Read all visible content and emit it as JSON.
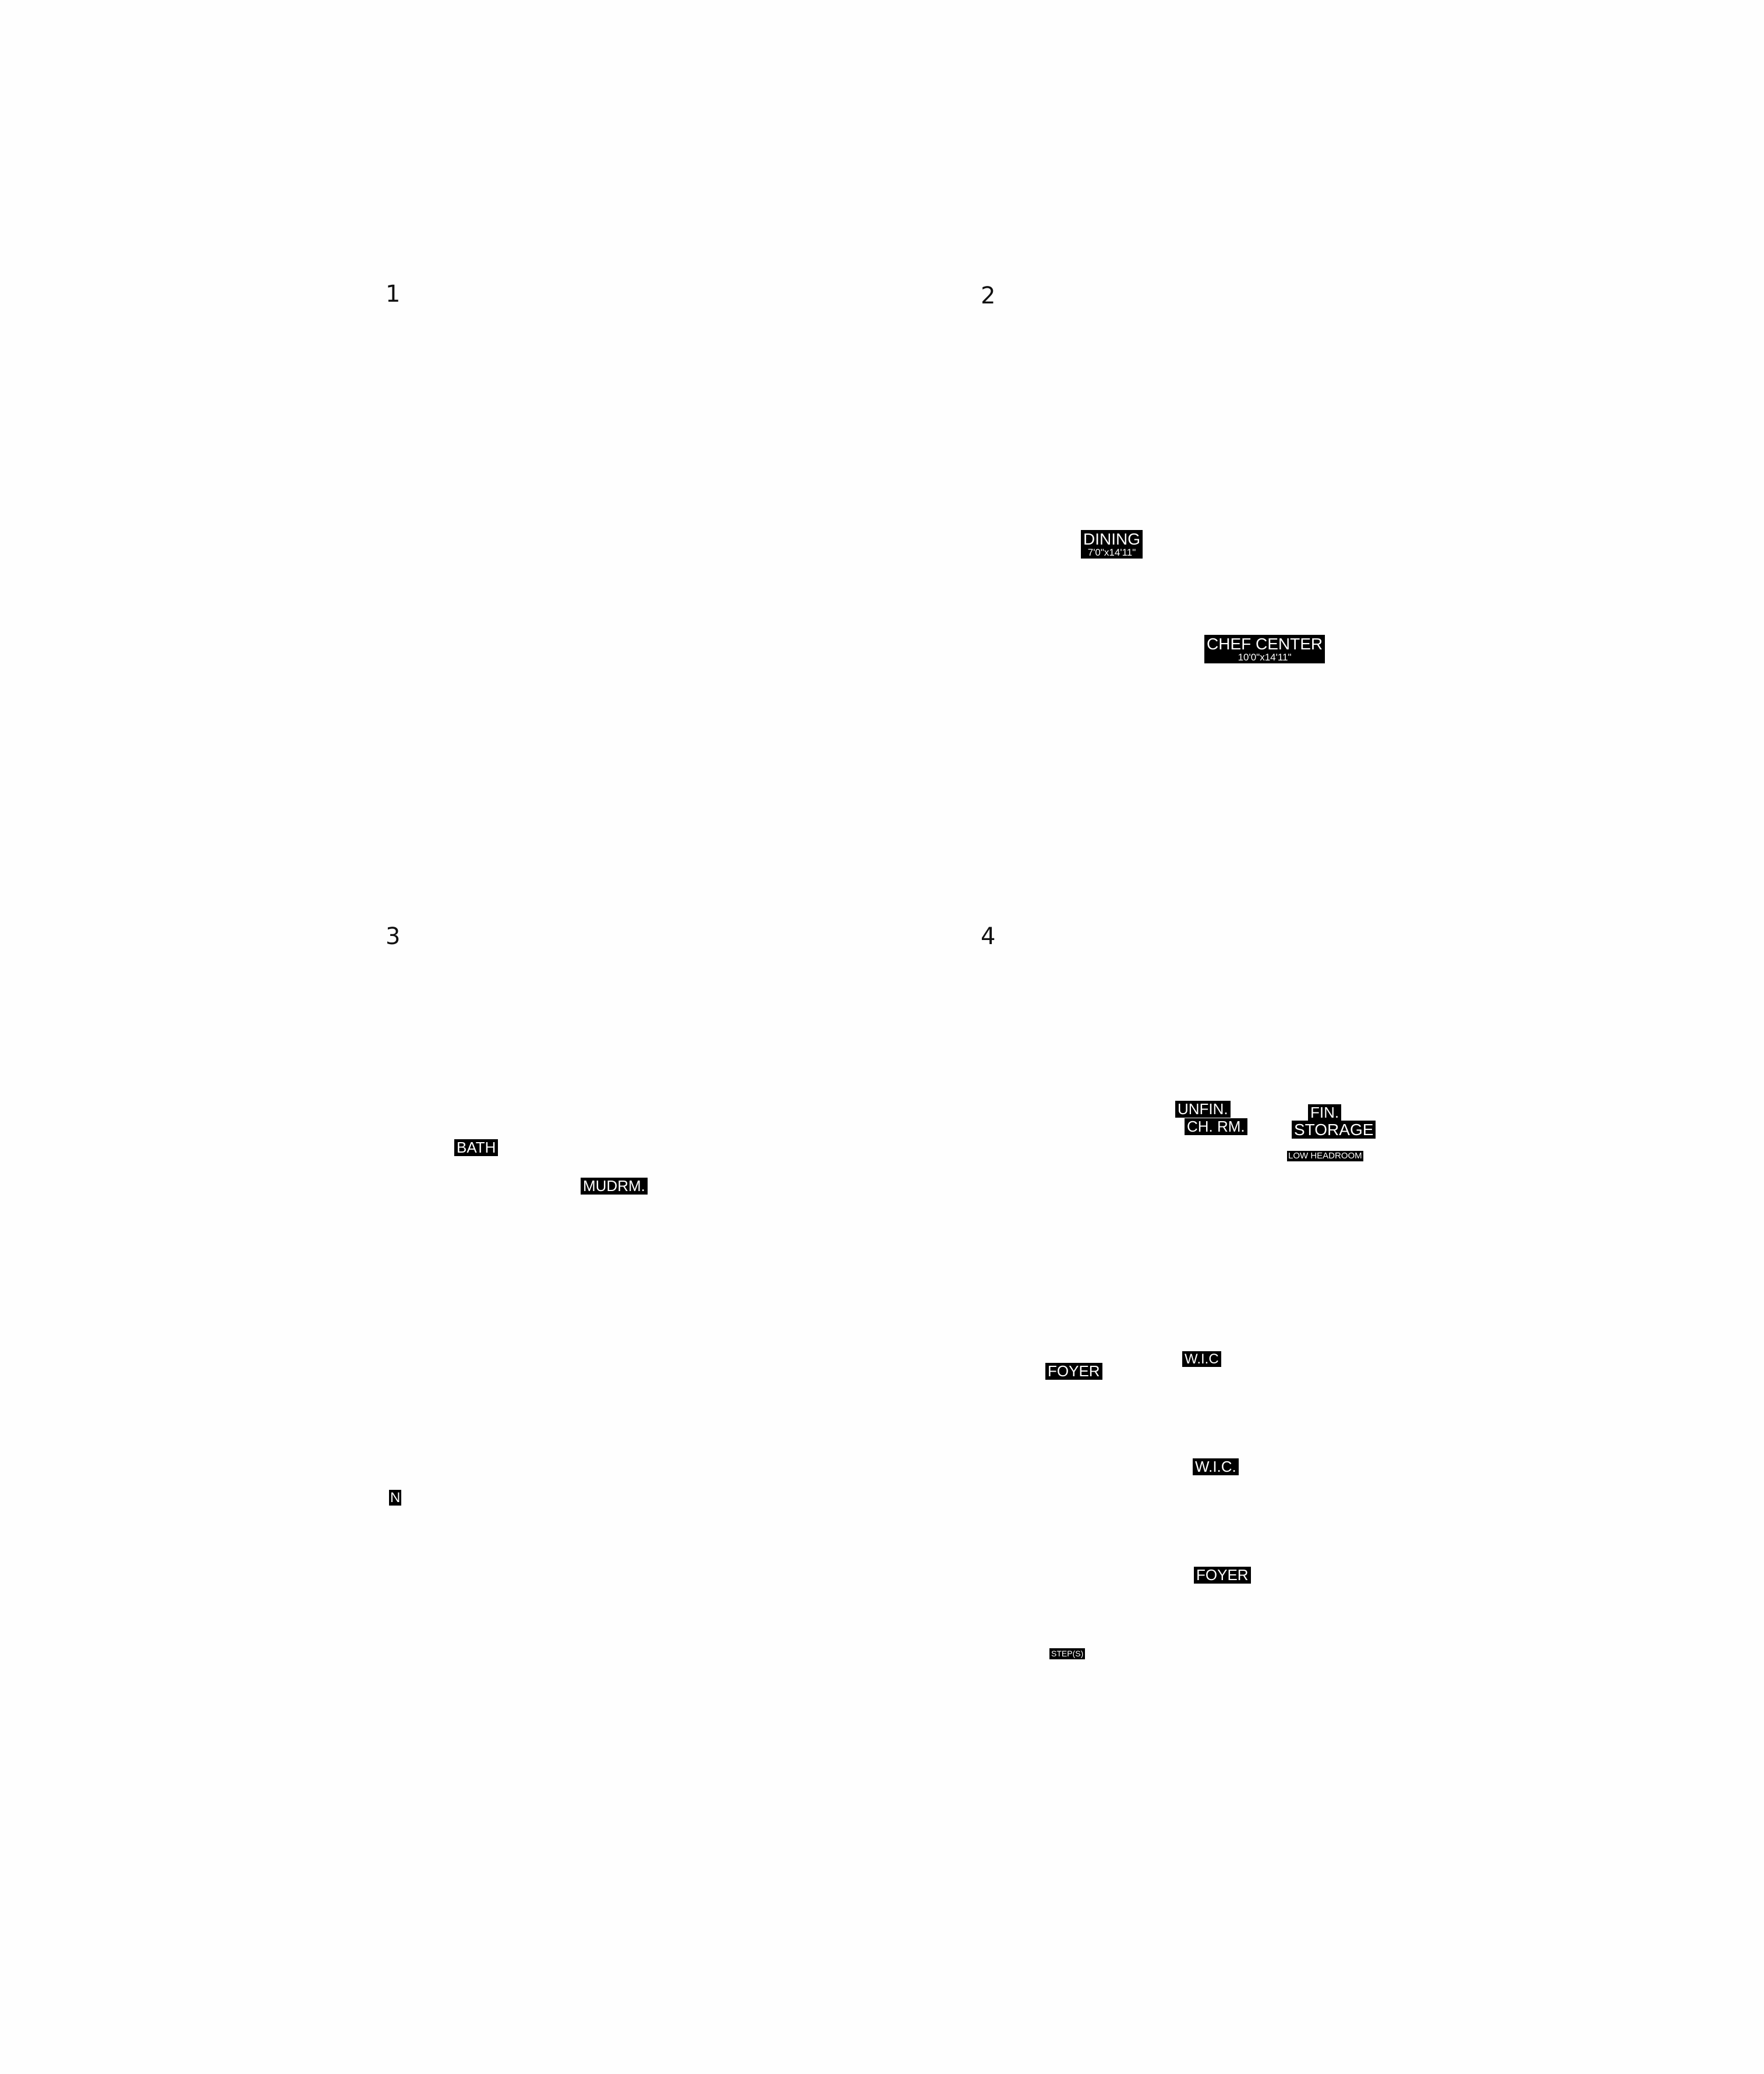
{
  "panels": [
    {
      "number": "1"
    },
    {
      "number": "2"
    },
    {
      "number": "3"
    },
    {
      "number": "4"
    }
  ],
  "labels": {
    "dining": {
      "name": "DINING",
      "dim": "7'0\"x14'11\""
    },
    "chef_center": {
      "name": "CHEF CENTER",
      "dim": "10'0\"x14'11\""
    },
    "bath": {
      "name": "BATH"
    },
    "mudrm": {
      "name": "MUDRM."
    },
    "edge_fragment": {
      "name": "N"
    },
    "unfin": {
      "line1": "UNFIN.",
      "line2": "CH. RM."
    },
    "fin_storage": {
      "line1": "FIN.",
      "line2": "STORAGE"
    },
    "low_headroom": {
      "name": "LOW HEADROOM"
    },
    "wic_upper": {
      "name": "W.I.C"
    },
    "foyer_upper": {
      "name": "FOYER"
    },
    "wic_lower": {
      "name": "W.I.C."
    },
    "foyer_lower": {
      "name": "FOYER"
    },
    "steps": {
      "name": "STEP(S)"
    }
  }
}
